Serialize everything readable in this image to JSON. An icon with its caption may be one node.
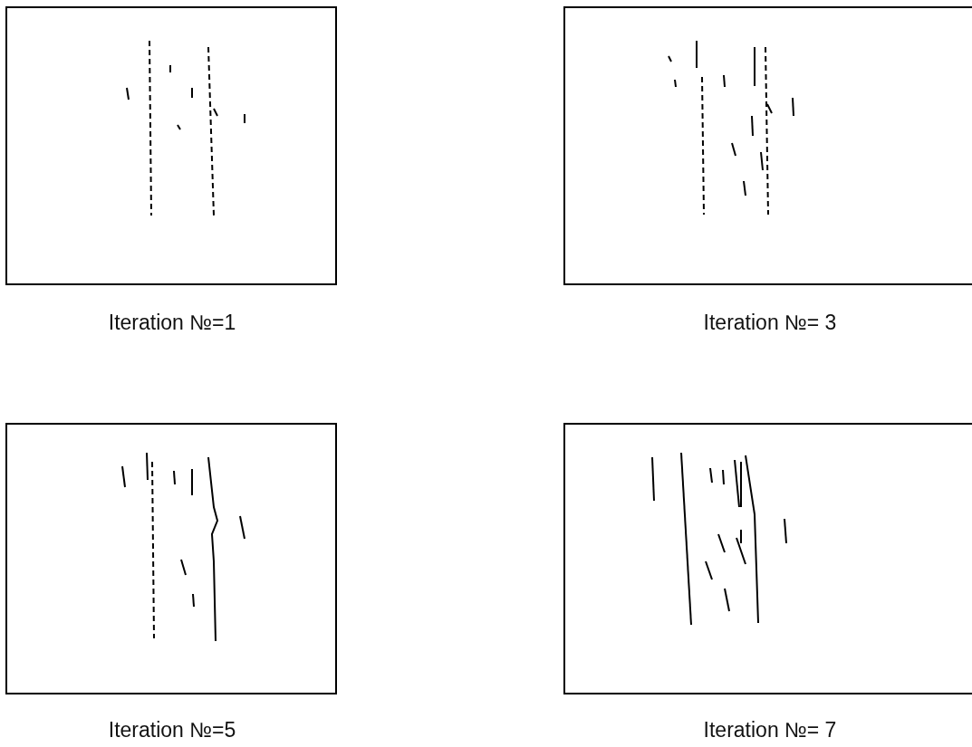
{
  "diagram": {
    "nodes": [
      {
        "text": [],
        "shape": "box",
        "beside": [
          "Iteration №=1"
        ]
      },
      {
        "text": [],
        "shape": "box",
        "beside": [
          "Iteration №= 3"
        ]
      },
      {
        "text": [],
        "shape": "box",
        "beside": [
          "Iteration №=5"
        ]
      },
      {
        "text": [],
        "shape": "box",
        "beside": [
          "Iteration №= 7"
        ]
      }
    ],
    "edges": []
  }
}
